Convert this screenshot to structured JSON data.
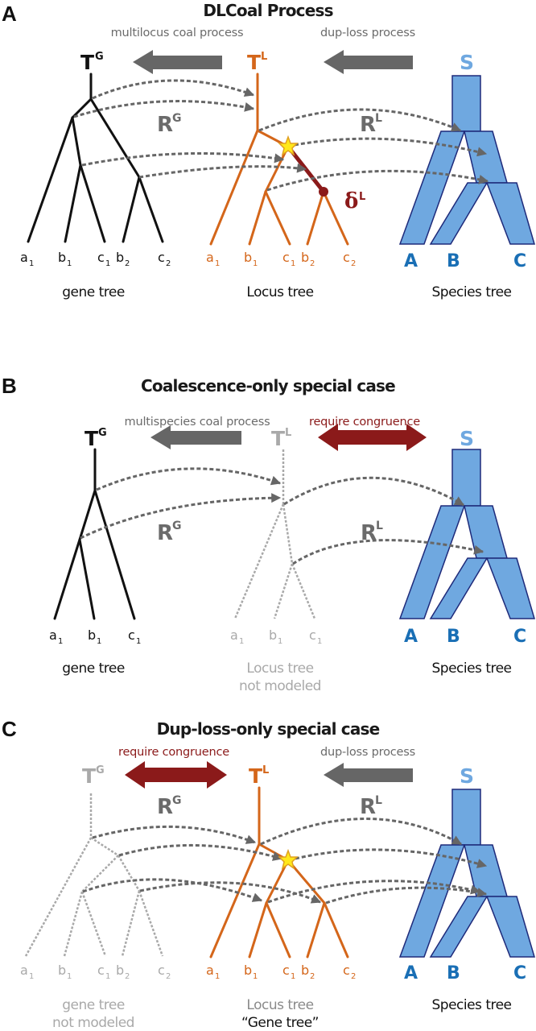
{
  "colors": {
    "gene": "#111111",
    "locus": "#d4661a",
    "faded": "#a9a9a9",
    "species_fill": "#6fa8e0",
    "species_stroke": "#1e2a7a",
    "species_label": "#1a6fb5",
    "species_symbol": "#6fa8e0",
    "process_arrow": "#666666",
    "congruence_arrow": "#8b1a1a",
    "loss": "#8b1a1a",
    "star_fill": "#ffe81a",
    "star_stroke": "#e0a020",
    "reconciliation": "#666666"
  },
  "panels": [
    {
      "letter": "A",
      "title": "DLCoal Process",
      "left_process": "multilocus coal process",
      "right_process": "dup-loss process",
      "left_arrow_type": "process",
      "right_arrow_type": "process",
      "gene_symbol": "T",
      "gene_sup": "G",
      "locus_symbol": "T",
      "locus_sup": "L",
      "species_symbol": "S",
      "rec_gene": "R",
      "rec_gene_sup": "G",
      "rec_locus": "R",
      "rec_locus_sup": "L",
      "loss_symbol": "δ",
      "loss_sup": "L",
      "gene_leaves": [
        [
          "a",
          "1"
        ],
        [
          "b",
          "1"
        ],
        [
          "c",
          "1"
        ],
        [
          "b",
          "2"
        ],
        [
          "c",
          "2"
        ]
      ],
      "locus_leaves": [
        [
          "a",
          "1"
        ],
        [
          "b",
          "1"
        ],
        [
          "c",
          "1"
        ],
        [
          "b",
          "2"
        ],
        [
          "c",
          "2"
        ]
      ],
      "species_leaves": [
        "A",
        "B",
        "C"
      ],
      "gene_caption": [
        "gene tree"
      ],
      "locus_caption": [
        "Locus tree"
      ],
      "species_caption": [
        "Species tree"
      ],
      "gene_modeled": true,
      "locus_modeled": true
    },
    {
      "letter": "B",
      "title": "Coalescence-only special case",
      "left_process": "multispecies coal process",
      "right_process": "require congruence",
      "left_arrow_type": "process",
      "right_arrow_type": "congruence",
      "gene_symbol": "T",
      "gene_sup": "G",
      "locus_symbol": "T",
      "locus_sup": "L",
      "species_symbol": "S",
      "rec_gene": "R",
      "rec_gene_sup": "G",
      "rec_locus": "R",
      "rec_locus_sup": "L",
      "gene_leaves": [
        [
          "a",
          "1"
        ],
        [
          "b",
          "1"
        ],
        [
          "c",
          "1"
        ]
      ],
      "locus_leaves": [
        [
          "a",
          "1"
        ],
        [
          "b",
          "1"
        ],
        [
          "c",
          "1"
        ]
      ],
      "species_leaves": [
        "A",
        "B",
        "C"
      ],
      "gene_caption": [
        "gene tree"
      ],
      "locus_caption": [
        "Locus tree",
        "not modeled"
      ],
      "species_caption": [
        "Species tree"
      ],
      "gene_modeled": true,
      "locus_modeled": false
    },
    {
      "letter": "C",
      "title": "Dup-loss-only special case",
      "left_process": "require congruence",
      "right_process": "dup-loss process",
      "left_arrow_type": "congruence",
      "right_arrow_type": "process",
      "gene_symbol": "T",
      "gene_sup": "G",
      "locus_symbol": "T",
      "locus_sup": "L",
      "species_symbol": "S",
      "rec_gene": "R",
      "rec_gene_sup": "G",
      "rec_locus": "R",
      "rec_locus_sup": "L",
      "gene_leaves": [
        [
          "a",
          "1"
        ],
        [
          "b",
          "1"
        ],
        [
          "c",
          "1"
        ],
        [
          "b",
          "2"
        ],
        [
          "c",
          "2"
        ]
      ],
      "locus_leaves": [
        [
          "a",
          "1"
        ],
        [
          "b",
          "1"
        ],
        [
          "c",
          "1"
        ],
        [
          "b",
          "2"
        ],
        [
          "c",
          "2"
        ]
      ],
      "species_leaves": [
        "A",
        "B",
        "C"
      ],
      "gene_caption": [
        "gene tree",
        "not modeled"
      ],
      "locus_caption": [
        "Locus tree",
        "“Gene tree”"
      ],
      "species_caption": [
        "Species tree"
      ],
      "gene_modeled": false,
      "locus_modeled": true
    }
  ]
}
